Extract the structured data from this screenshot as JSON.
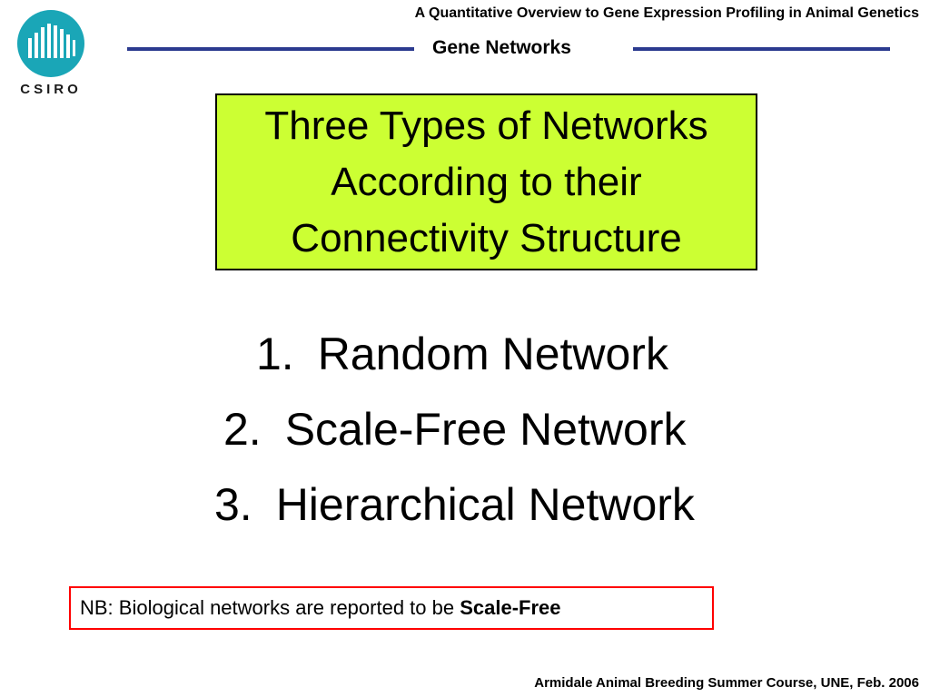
{
  "header": {
    "course_title": "A Quantitative Overview to Gene Expression Profiling in Animal Genetics",
    "section": "Gene Networks",
    "logo_text": "CSIRO",
    "rule_color": "#2b3a8f"
  },
  "title_box": {
    "lines": [
      "Three Types of Networks",
      "According to their",
      "Connectivity Structure"
    ],
    "background": "#ccff33"
  },
  "network_types": [
    {
      "number": "1.",
      "label": "Random Network"
    },
    {
      "number": "2.",
      "label": "Scale-Free Network"
    },
    {
      "number": "3.",
      "label": "Hierarchical Network"
    }
  ],
  "note": {
    "text": "NB: Biological networks are reported to be ",
    "emphasis": "Scale-Free",
    "border_color": "#ff0000"
  },
  "footer": {
    "text": "Armidale Animal Breeding Summer Course, UNE, Feb. 2006"
  }
}
